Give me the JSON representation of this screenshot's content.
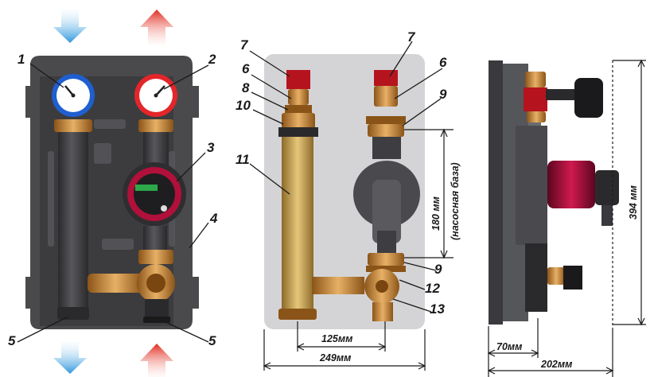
{
  "callouts": {
    "left_1": "1",
    "left_2": "2",
    "left_3": "3",
    "left_4": "4",
    "left_5a": "5",
    "left_5b": "5",
    "mid_7a": "7",
    "mid_6a": "6",
    "mid_8": "8",
    "mid_10": "10",
    "mid_11": "11",
    "mid_7b": "7",
    "mid_6b": "6",
    "mid_9a": "9",
    "mid_9b": "9",
    "mid_12": "12",
    "mid_13": "13"
  },
  "dimensions": {
    "pump_base": "180 мм",
    "pump_base_note": "(насосная база)",
    "pipe_spacing": "125мм",
    "total_width": "249мм",
    "height": "394 мм",
    "depth_small": "70мм",
    "depth_total": "202мм"
  },
  "colors": {
    "flow_in": "#3aa0e0",
    "flow_out": "#e23a2a",
    "insulation": "#4a4a4d",
    "brass": "#c98a3a",
    "pump_red": "#b0103a",
    "panel_gray": "#d4d4d6"
  }
}
